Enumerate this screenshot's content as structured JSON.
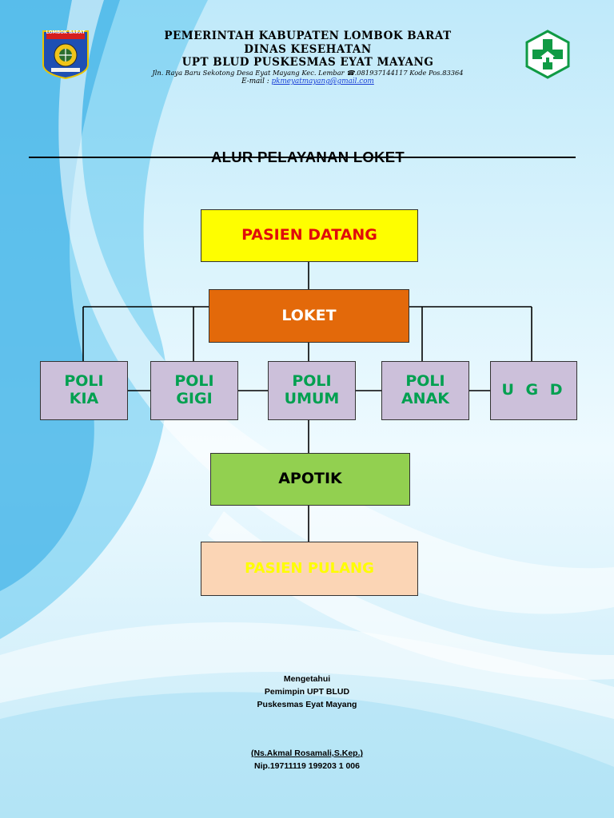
{
  "header": {
    "line1": "PEMERINTAH KABUPATEN LOMBOK BARAT",
    "line2": "DINAS KESEHATAN",
    "line3": "UPT BLUD PUSKESMAS EYAT MAYANG",
    "address": "Jln. Raya Baru Sekotong Desa Eyat Mayang Kec. Lembar ☎.081937144117 Kode Pos.83364",
    "email_label": "E-mail  : ",
    "email_value": "pkmeyatmayang@gmail.com",
    "logo_left_text": "LOMBOK BARAT",
    "logo_left_icon": "lombok-barat-emblem",
    "logo_right_icon": "puskesmas-cross-logo"
  },
  "title": "ALUR PELAYANAN LOKET",
  "flow": {
    "start": "PASIEN DATANG",
    "loket": "LOKET",
    "poli": [
      "POLI\nKIA",
      "POLI\nGIGI",
      "POLI\nUMUM",
      "POLI\nANAK",
      "U G D"
    ],
    "apotik": "APOTIK",
    "end": "PASIEN PULANG"
  },
  "signature": {
    "line1": "Mengetahui",
    "line2": "Pemimpin UPT BLUD",
    "line3": "Puskesmas Eyat Mayang",
    "name": "(Ns.Akmal Rosamali,S.Kep.)",
    "nip": "Nip.19711119 199203 1 006"
  },
  "colors": {
    "start_box": "#fefe00",
    "start_text": "#e00b0b",
    "loket_box": "#e3690a",
    "poli_box": "#ccc0da",
    "poli_text": "#00a050",
    "apotik_box": "#92d050",
    "end_box": "#fbd5b5",
    "end_text": "#fefe00",
    "logo_green": "#0f9a44"
  }
}
